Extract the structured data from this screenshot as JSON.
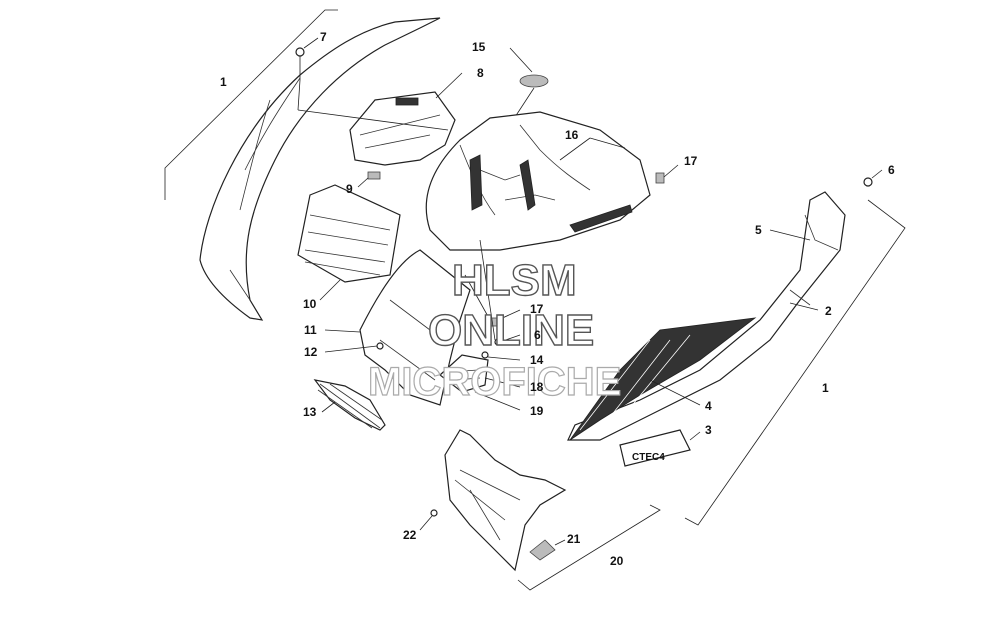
{
  "watermark": {
    "line1": "HLSM",
    "line2": "ONLINE",
    "line3": "MICROFICHE"
  },
  "callouts": [
    {
      "id": "c1a",
      "text": "1"
    },
    {
      "id": "c7",
      "text": "7"
    },
    {
      "id": "c15",
      "text": "15"
    },
    {
      "id": "c8",
      "text": "8"
    },
    {
      "id": "c16",
      "text": "16"
    },
    {
      "id": "c17a",
      "text": "17"
    },
    {
      "id": "c6a",
      "text": "6"
    },
    {
      "id": "c9",
      "text": "9"
    },
    {
      "id": "c5",
      "text": "5"
    },
    {
      "id": "c2",
      "text": "2"
    },
    {
      "id": "c10",
      "text": "10"
    },
    {
      "id": "c17b",
      "text": "17"
    },
    {
      "id": "c11",
      "text": "11"
    },
    {
      "id": "c6b",
      "text": "6"
    },
    {
      "id": "c12",
      "text": "12"
    },
    {
      "id": "c14",
      "text": "14"
    },
    {
      "id": "c1b",
      "text": "1"
    },
    {
      "id": "c18",
      "text": "18"
    },
    {
      "id": "c4",
      "text": "4"
    },
    {
      "id": "c13",
      "text": "13"
    },
    {
      "id": "c19",
      "text": "19"
    },
    {
      "id": "c3",
      "text": "3"
    },
    {
      "id": "c22",
      "text": "22"
    },
    {
      "id": "c21",
      "text": "21"
    },
    {
      "id": "c20",
      "text": "20"
    }
  ],
  "decal_text": "CTEC4"
}
